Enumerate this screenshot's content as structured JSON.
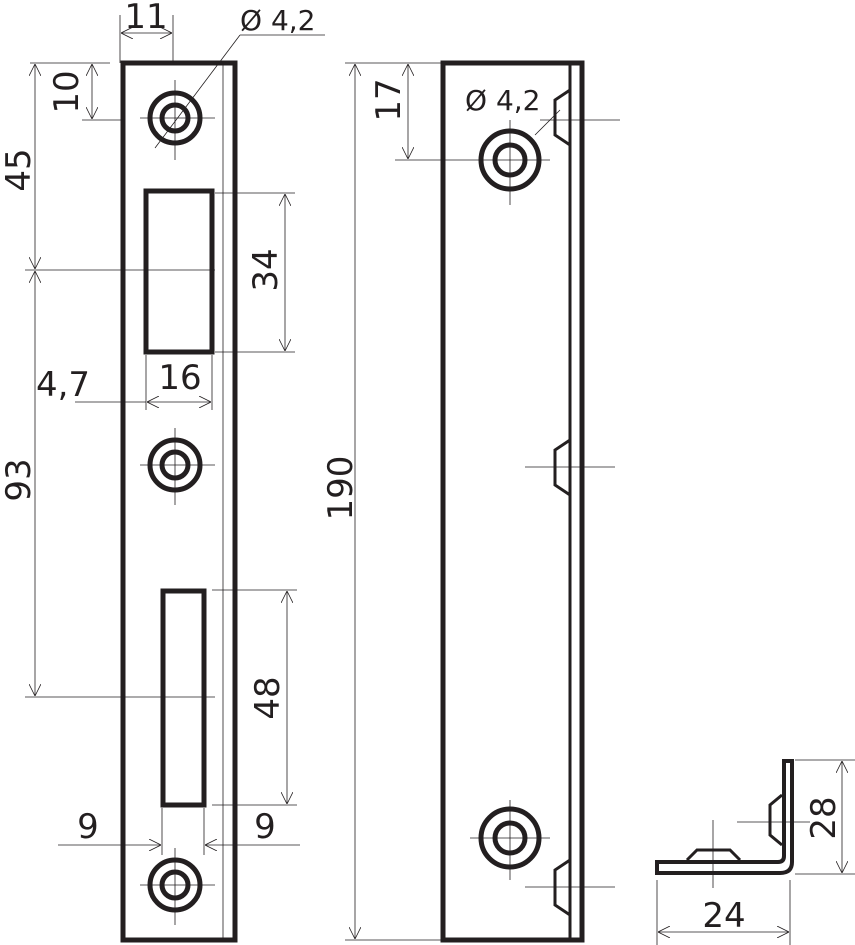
{
  "front_view": {
    "width_to_hole_center": "11",
    "hole_diameter": "Ø 4,2",
    "top_hole_offset": "10",
    "top_to_latch_center": "45",
    "latch_slot_height": "34",
    "latch_slot_offset": "4,7",
    "latch_slot_width": "16",
    "latch_to_bolt_center": "93",
    "bolt_slot_height": "48",
    "bolt_slot_left_offset": "9",
    "bolt_slot_right_offset": "9"
  },
  "side_view": {
    "total_length": "190",
    "hole_offset": "17",
    "hole_diameter": "Ø 4,2"
  },
  "profile_view": {
    "width": "24",
    "height": "28"
  },
  "colors": {
    "line": "#231f20",
    "background": "#ffffff"
  }
}
